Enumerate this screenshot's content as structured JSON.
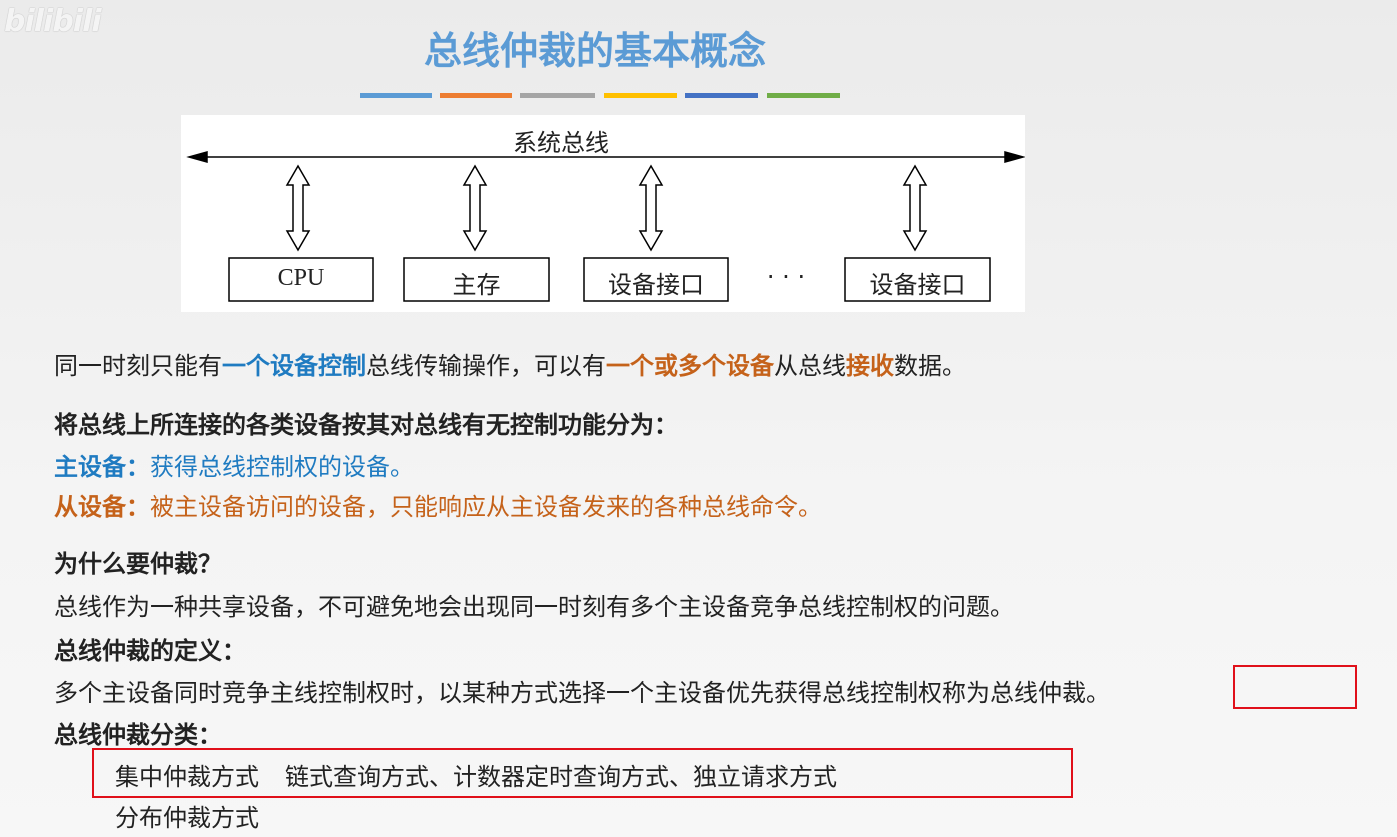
{
  "watermark": "bilibili",
  "title": "总线仲裁的基本概念",
  "title_bar_colors": [
    "#5b9bd5",
    "#ed7d31",
    "#a5a5a5",
    "#ffc000",
    "#4472c4",
    "#70ad47"
  ],
  "diagram": {
    "bus_label": "系统总线",
    "devices": [
      "CPU",
      "主存",
      "设备接口",
      "设备接口"
    ],
    "ellipsis": "· · ·"
  },
  "text": {
    "l1": {
      "a": "同一时刻只能有",
      "b": "一个设备控制",
      "c": "总线传输操作，可以有",
      "d": "一个或多个设备",
      "e": "从总线",
      "f": "接收",
      "g": "数据。"
    },
    "l2": "将总线上所连接的各类设备按其对总线有无控制功能分为：",
    "l3": {
      "label": "主设备：",
      "text": "获得总线控制权的设备。"
    },
    "l4": {
      "label": "从设备：",
      "text": "被主设备访问的设备，只能响应从主设备发来的各种总线命令。"
    },
    "l5": "为什么要仲裁？",
    "l6": "总线作为一种共享设备，不可避免地会出现同一时刻有多个主设备竞争总线控制权的问题。",
    "l7": "总线仲裁的定义：",
    "l8": {
      "a": "多个主设备同时竞争主线控制权时，以某种方式选择一个主设备优先获得总线控制权称为",
      "b": "总线仲裁",
      "c": "。"
    },
    "l9": "总线仲裁分类：",
    "l10": {
      "a": "集中仲裁方式",
      "b": "链式查询方式、计数器定时查询方式、独立请求方式"
    },
    "l11": "分布仲裁方式"
  },
  "colors": {
    "blue": "#1f7bc1",
    "orange": "#c5621a",
    "highlight_box": "#e0101a"
  }
}
